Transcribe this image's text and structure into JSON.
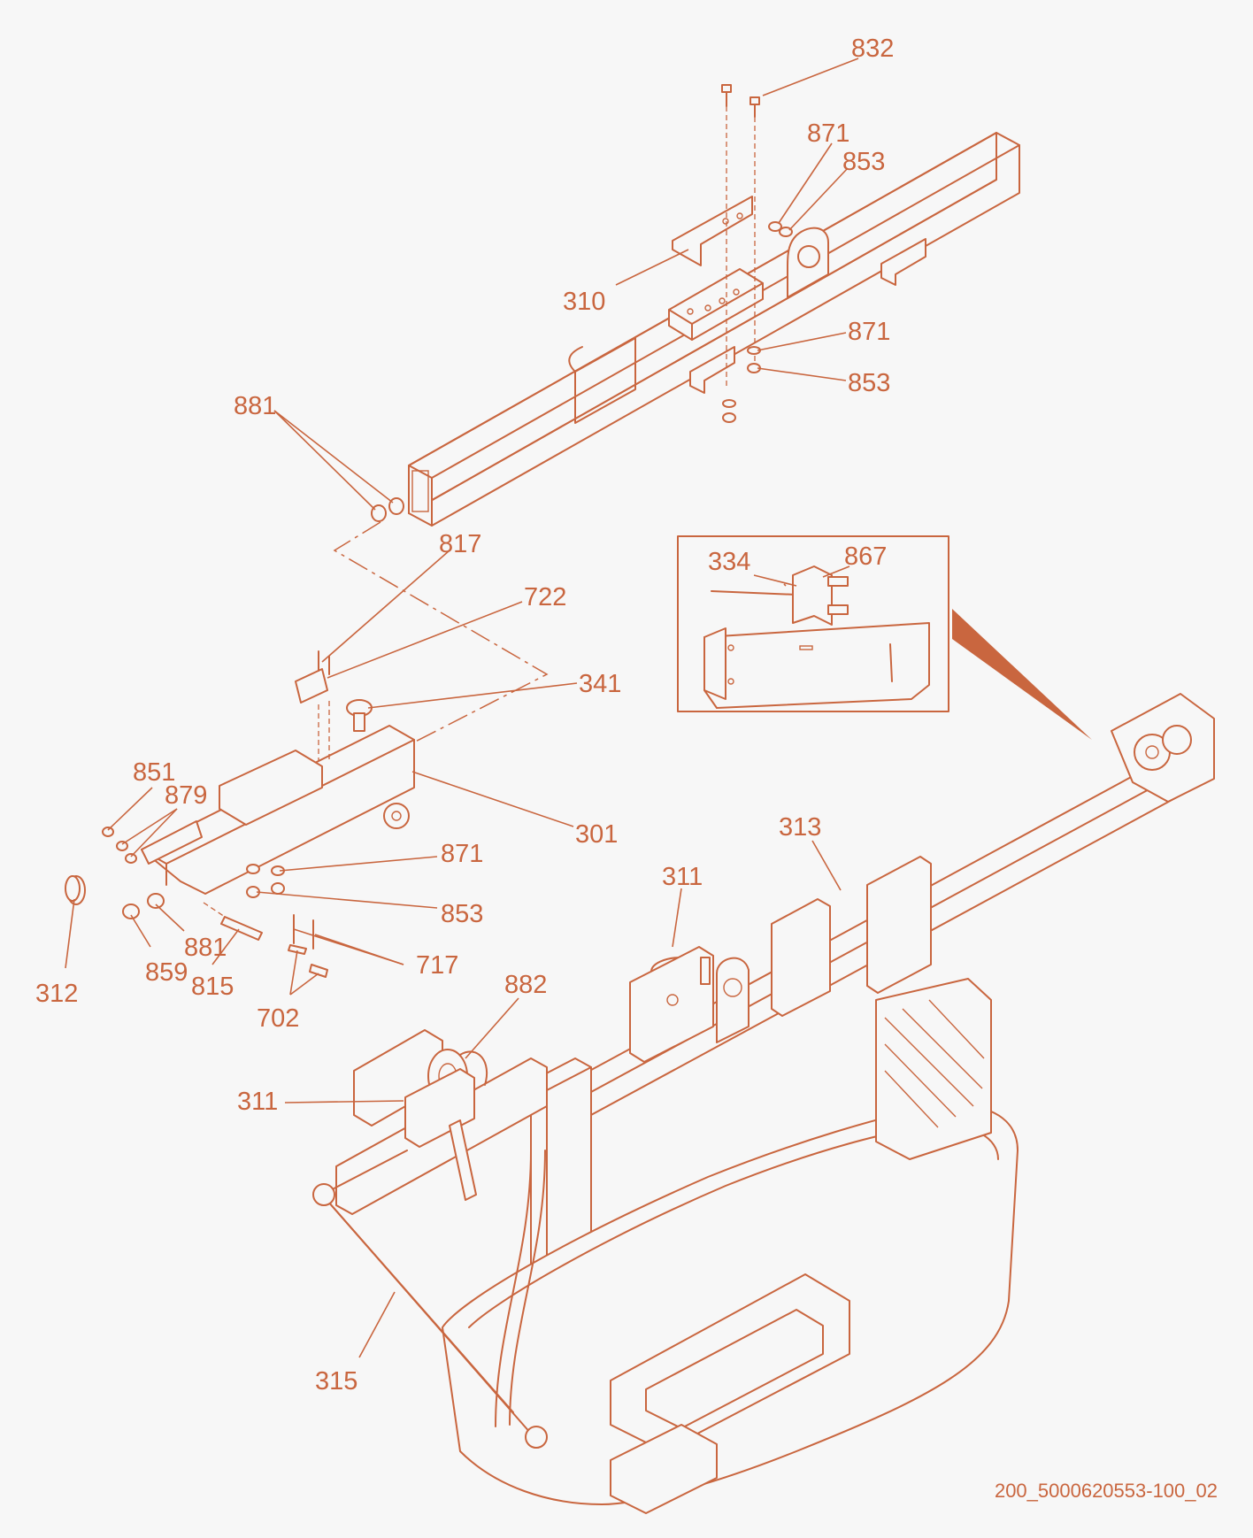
{
  "diagram": {
    "callouts": [
      {
        "id": "c832a",
        "text": "832"
      },
      {
        "id": "c871a",
        "text": "871"
      },
      {
        "id": "c853a",
        "text": "853"
      },
      {
        "id": "c310",
        "text": "310"
      },
      {
        "id": "c871b",
        "text": "871"
      },
      {
        "id": "c853b",
        "text": "853"
      },
      {
        "id": "c881a",
        "text": "881"
      },
      {
        "id": "c817",
        "text": "817"
      },
      {
        "id": "c722",
        "text": "722"
      },
      {
        "id": "c341",
        "text": "341"
      },
      {
        "id": "c334",
        "text": "334"
      },
      {
        "id": "c867",
        "text": "867"
      },
      {
        "id": "c851",
        "text": "851"
      },
      {
        "id": "c879",
        "text": "879"
      },
      {
        "id": "c301",
        "text": "301"
      },
      {
        "id": "c313",
        "text": "313"
      },
      {
        "id": "c311a",
        "text": "311"
      },
      {
        "id": "c871c",
        "text": "871"
      },
      {
        "id": "c853c",
        "text": "853"
      },
      {
        "id": "c717",
        "text": "717"
      },
      {
        "id": "c881b",
        "text": "881"
      },
      {
        "id": "c859",
        "text": "859"
      },
      {
        "id": "c815",
        "text": "815"
      },
      {
        "id": "c312",
        "text": "312"
      },
      {
        "id": "c702",
        "text": "702"
      },
      {
        "id": "c882",
        "text": "882"
      },
      {
        "id": "c311b",
        "text": "311"
      },
      {
        "id": "c315",
        "text": "315"
      }
    ],
    "drawing_code": "200_5000620553-100_02",
    "line_color": "#c9663f",
    "background_color": "#f7f7f7"
  }
}
